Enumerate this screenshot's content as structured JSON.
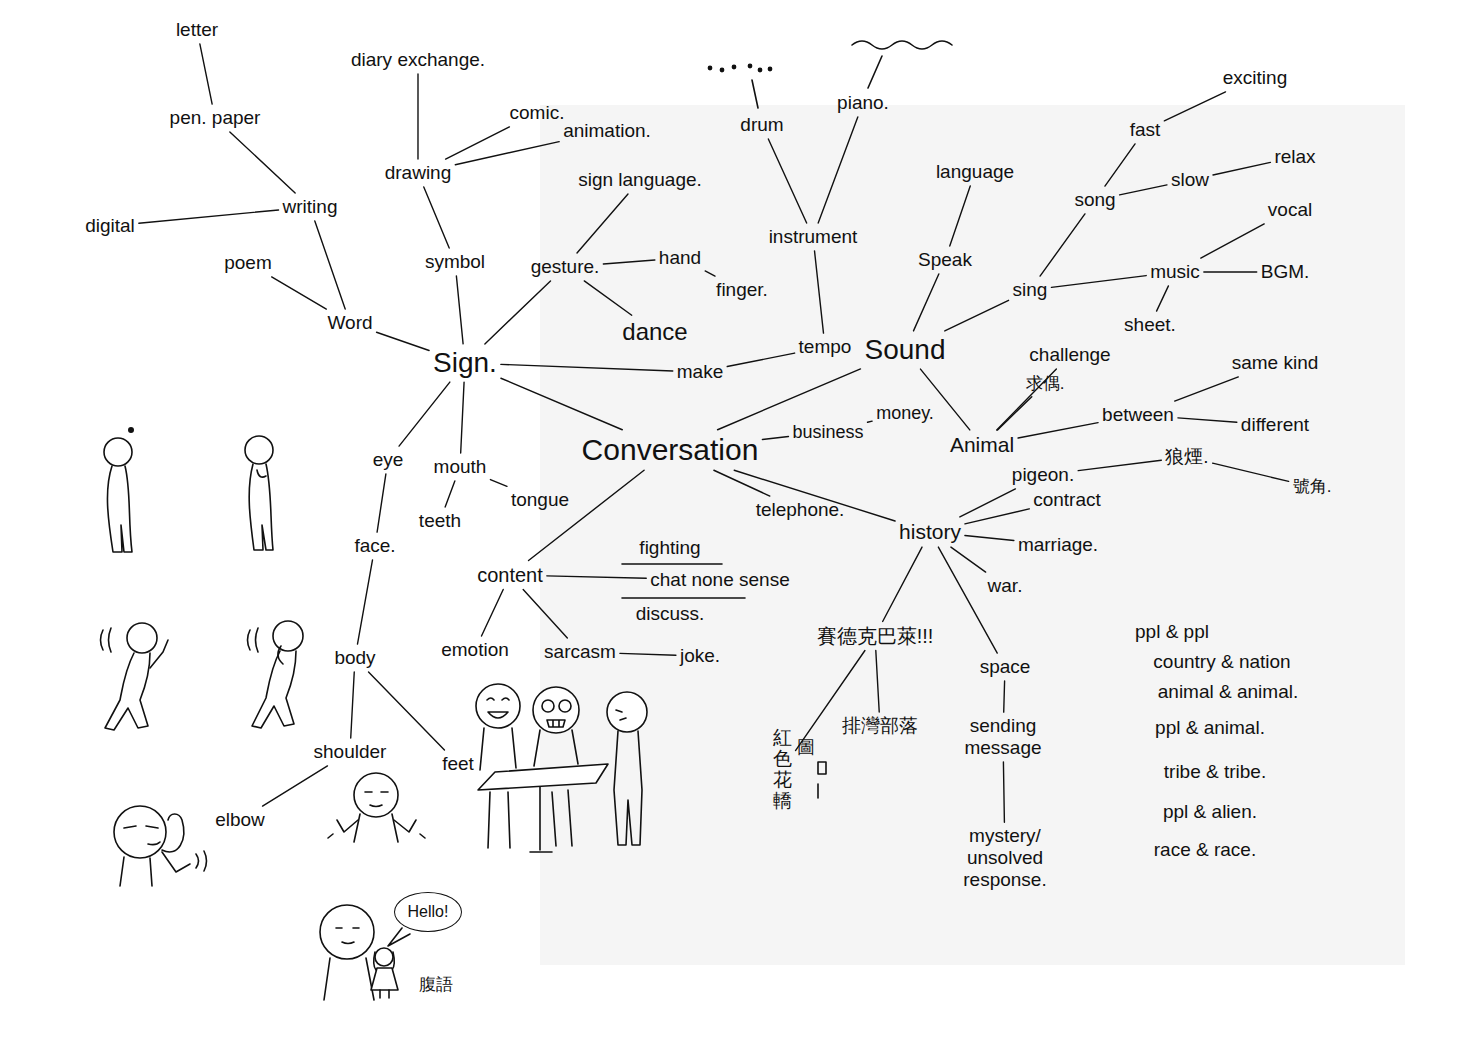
{
  "diagram": {
    "nodes": [
      {
        "text": [
          "letter"
        ]
      },
      {
        "text": [
          "diary exchange."
        ]
      },
      {
        "text": [
          "drum"
        ]
      },
      {
        "text": [
          "piano."
        ]
      },
      {
        "text": [
          "exciting"
        ]
      },
      {
        "text": [
          "pen. paper"
        ]
      },
      {
        "text": [
          "comic."
        ]
      },
      {
        "text": [
          "animation."
        ]
      },
      {
        "text": [
          "fast"
        ]
      },
      {
        "text": [
          "drawing"
        ]
      },
      {
        "text": [
          "sign language."
        ]
      },
      {
        "text": [
          "language"
        ]
      },
      {
        "text": [
          "relax"
        ]
      },
      {
        "text": [
          "song"
        ]
      },
      {
        "text": [
          "slow"
        ]
      },
      {
        "text": [
          "digital"
        ]
      },
      {
        "text": [
          "writing"
        ]
      },
      {
        "text": [
          "vocal"
        ]
      },
      {
        "text": [
          "instrument"
        ]
      },
      {
        "text": [
          "poem"
        ]
      },
      {
        "text": [
          "symbol"
        ]
      },
      {
        "text": [
          "gesture."
        ]
      },
      {
        "text": [
          "hand"
        ]
      },
      {
        "text": [
          "Speak"
        ]
      },
      {
        "text": [
          "music"
        ]
      },
      {
        "text": [
          "BGM."
        ]
      },
      {
        "text": [
          "finger."
        ]
      },
      {
        "text": [
          "sing"
        ]
      },
      {
        "text": [
          "Word"
        ]
      },
      {
        "text": [
          "dance"
        ]
      },
      {
        "text": [
          "sheet."
        ]
      },
      {
        "text": [
          "tempo"
        ]
      },
      {
        "text": [
          "Sound"
        ]
      },
      {
        "text": [
          "Sign."
        ]
      },
      {
        "text": [
          "make"
        ]
      },
      {
        "text": [
          "challenge"
        ]
      },
      {
        "text": [
          "求偶."
        ]
      },
      {
        "text": [
          "same kind"
        ]
      },
      {
        "text": [
          "between"
        ]
      },
      {
        "text": [
          "money."
        ]
      },
      {
        "text": [
          "different"
        ]
      },
      {
        "text": [
          "business"
        ]
      },
      {
        "text": [
          "Conversation"
        ]
      },
      {
        "text": [
          "Animal"
        ]
      },
      {
        "text": [
          "eye"
        ]
      },
      {
        "text": [
          "mouth"
        ]
      },
      {
        "text": [
          "狼煙."
        ]
      },
      {
        "text": [
          "pigeon."
        ]
      },
      {
        "text": [
          "號角."
        ]
      },
      {
        "text": [
          "tongue"
        ]
      },
      {
        "text": [
          "contract"
        ]
      },
      {
        "text": [
          "telephone."
        ]
      },
      {
        "text": [
          "teeth"
        ]
      },
      {
        "text": [
          "history"
        ]
      },
      {
        "text": [
          "face."
        ]
      },
      {
        "text": [
          "marriage."
        ]
      },
      {
        "text": [
          "fighting"
        ]
      },
      {
        "text": [
          "content"
        ]
      },
      {
        "text": [
          "chat none sense"
        ]
      },
      {
        "text": [
          "war."
        ]
      },
      {
        "text": [
          "discuss."
        ]
      },
      {
        "text": [
          "賽德克巴萊!!!"
        ]
      },
      {
        "text": [
          "emotion"
        ]
      },
      {
        "text": [
          "sarcasm"
        ]
      },
      {
        "text": [
          "joke."
        ]
      },
      {
        "text": [
          "body"
        ]
      },
      {
        "text": [
          "space"
        ]
      },
      {
        "text": [
          "排灣部落"
        ]
      },
      {
        "text": [
          "sending message"
        ]
      },
      {
        "text": [
          "shoulder"
        ]
      },
      {
        "text": [
          "紅色花轎"
        ]
      },
      {
        "text": [
          "feet"
        ]
      },
      {
        "text": [
          "elbow"
        ]
      },
      {
        "text": [
          "mystery/ unsolved response."
        ]
      },
      {
        "text": [
          "Hello!"
        ]
      }
    ],
    "edges": [
      {
        "from": 0,
        "to": 5,
        "arrow": "none"
      },
      {
        "from": 5,
        "to": 16,
        "arrow": "none"
      },
      {
        "from": 15,
        "to": 16,
        "arrow": "none"
      },
      {
        "from": 16,
        "to": 28,
        "arrow": "none"
      },
      {
        "from": 19,
        "to": 28,
        "arrow": "none"
      },
      {
        "from": 28,
        "to": 33,
        "arrow": "none"
      },
      {
        "from": 1,
        "to": 9,
        "arrow": "none"
      },
      {
        "from": 9,
        "to": 6,
        "arrow": "none"
      },
      {
        "from": 9,
        "to": 7,
        "arrow": "none"
      },
      {
        "from": 9,
        "to": 20,
        "arrow": "none"
      },
      {
        "from": 20,
        "to": 33,
        "arrow": "none"
      },
      {
        "from": 10,
        "to": 21,
        "arrow": "none"
      },
      {
        "from": 21,
        "to": 22,
        "arrow": "none"
      },
      {
        "from": 22,
        "to": 26,
        "arrow": "none"
      },
      {
        "from": 21,
        "to": 33,
        "arrow": "none"
      },
      {
        "from": 29,
        "to": 21,
        "arrow": "none"
      },
      {
        "from": 33,
        "to": 34,
        "arrow": "none"
      },
      {
        "from": 34,
        "to": 31,
        "arrow": "none"
      },
      {
        "from": 2,
        "to": 18,
        "arrow": "none"
      },
      {
        "from": 3,
        "to": 18,
        "arrow": "none"
      },
      {
        "from": 18,
        "to": 31,
        "arrow": "none"
      },
      {
        "from": 11,
        "to": 23,
        "arrow": "none"
      },
      {
        "from": 23,
        "to": 32,
        "arrow": "none"
      },
      {
        "from": 32,
        "to": 27,
        "arrow": "none"
      },
      {
        "from": 27,
        "to": 13,
        "arrow": "none"
      },
      {
        "from": 13,
        "to": 8,
        "arrow": "none"
      },
      {
        "from": 8,
        "to": 4,
        "arrow": "none"
      },
      {
        "from": 13,
        "to": 14,
        "arrow": "none"
      },
      {
        "from": 14,
        "to": 12,
        "arrow": "none"
      },
      {
        "from": 27,
        "to": 24,
        "arrow": "none"
      },
      {
        "from": 24,
        "to": 17,
        "arrow": "none"
      },
      {
        "from": 24,
        "to": 25,
        "arrow": "none"
      },
      {
        "from": 24,
        "to": 30,
        "arrow": "none"
      },
      {
        "from": 32,
        "to": 43,
        "arrow": "none"
      },
      {
        "from": 43,
        "to": 35,
        "arrow": "none"
      },
      {
        "from": 43,
        "to": 36,
        "arrow": "none"
      },
      {
        "from": 43,
        "to": 38,
        "arrow": "none"
      },
      {
        "from": 38,
        "to": 37,
        "arrow": "none"
      },
      {
        "from": 38,
        "to": 40,
        "arrow": "none"
      },
      {
        "from": 33,
        "to": 42,
        "arrow": "none"
      },
      {
        "from": 32,
        "to": 42,
        "arrow": "none"
      },
      {
        "from": 42,
        "to": 41,
        "arrow": "none"
      },
      {
        "from": 41,
        "to": 39,
        "arrow": "none"
      },
      {
        "from": 42,
        "to": 51,
        "arrow": "none"
      },
      {
        "from": 42,
        "to": 53,
        "arrow": "none"
      },
      {
        "from": 42,
        "to": 57,
        "arrow": "none"
      },
      {
        "from": 57,
        "to": 58,
        "arrow": "none"
      },
      {
        "from": 57,
        "to": 62,
        "arrow": "none"
      },
      {
        "from": 57,
        "to": 63,
        "arrow": "none"
      },
      {
        "from": 63,
        "to": 64,
        "arrow": "none"
      },
      {
        "from": 53,
        "to": 47,
        "arrow": "none"
      },
      {
        "from": 47,
        "to": 46,
        "arrow": "none"
      },
      {
        "from": 46,
        "to": 48,
        "arrow": "none"
      },
      {
        "from": 53,
        "to": 50,
        "arrow": "none"
      },
      {
        "from": 53,
        "to": 55,
        "arrow": "none"
      },
      {
        "from": 53,
        "to": 59,
        "arrow": "none"
      },
      {
        "from": 53,
        "to": 66,
        "arrow": "none"
      },
      {
        "from": 66,
        "to": 68,
        "arrow": "none"
      },
      {
        "from": 68,
        "to": 73,
        "arrow": "none"
      },
      {
        "from": 53,
        "to": 61,
        "arrow": "none"
      },
      {
        "from": 61,
        "to": 67,
        "arrow": "none"
      },
      {
        "from": 61,
        "to": 70,
        "arrow": "none"
      },
      {
        "from": 33,
        "to": 44,
        "arrow": "none"
      },
      {
        "from": 33,
        "to": 45,
        "arrow": "none"
      },
      {
        "from": 45,
        "to": 49,
        "arrow": "none"
      },
      {
        "from": 45,
        "to": 52,
        "arrow": "none"
      },
      {
        "from": 44,
        "to": 54,
        "arrow": "none"
      },
      {
        "from": 54,
        "to": 65,
        "arrow": "none"
      },
      {
        "from": 65,
        "to": 69,
        "arrow": "none"
      },
      {
        "from": 69,
        "to": 72,
        "arrow": "none"
      },
      {
        "from": 65,
        "to": 71,
        "arrow": "none"
      }
    ],
    "labels": [
      "圖",
      "腹語",
      "ppl & ppl",
      "country & nation",
      "animal & animal.",
      "ppl & animal.",
      "tribe & tribe.",
      "ppl & alien.",
      "race & race."
    ]
  }
}
